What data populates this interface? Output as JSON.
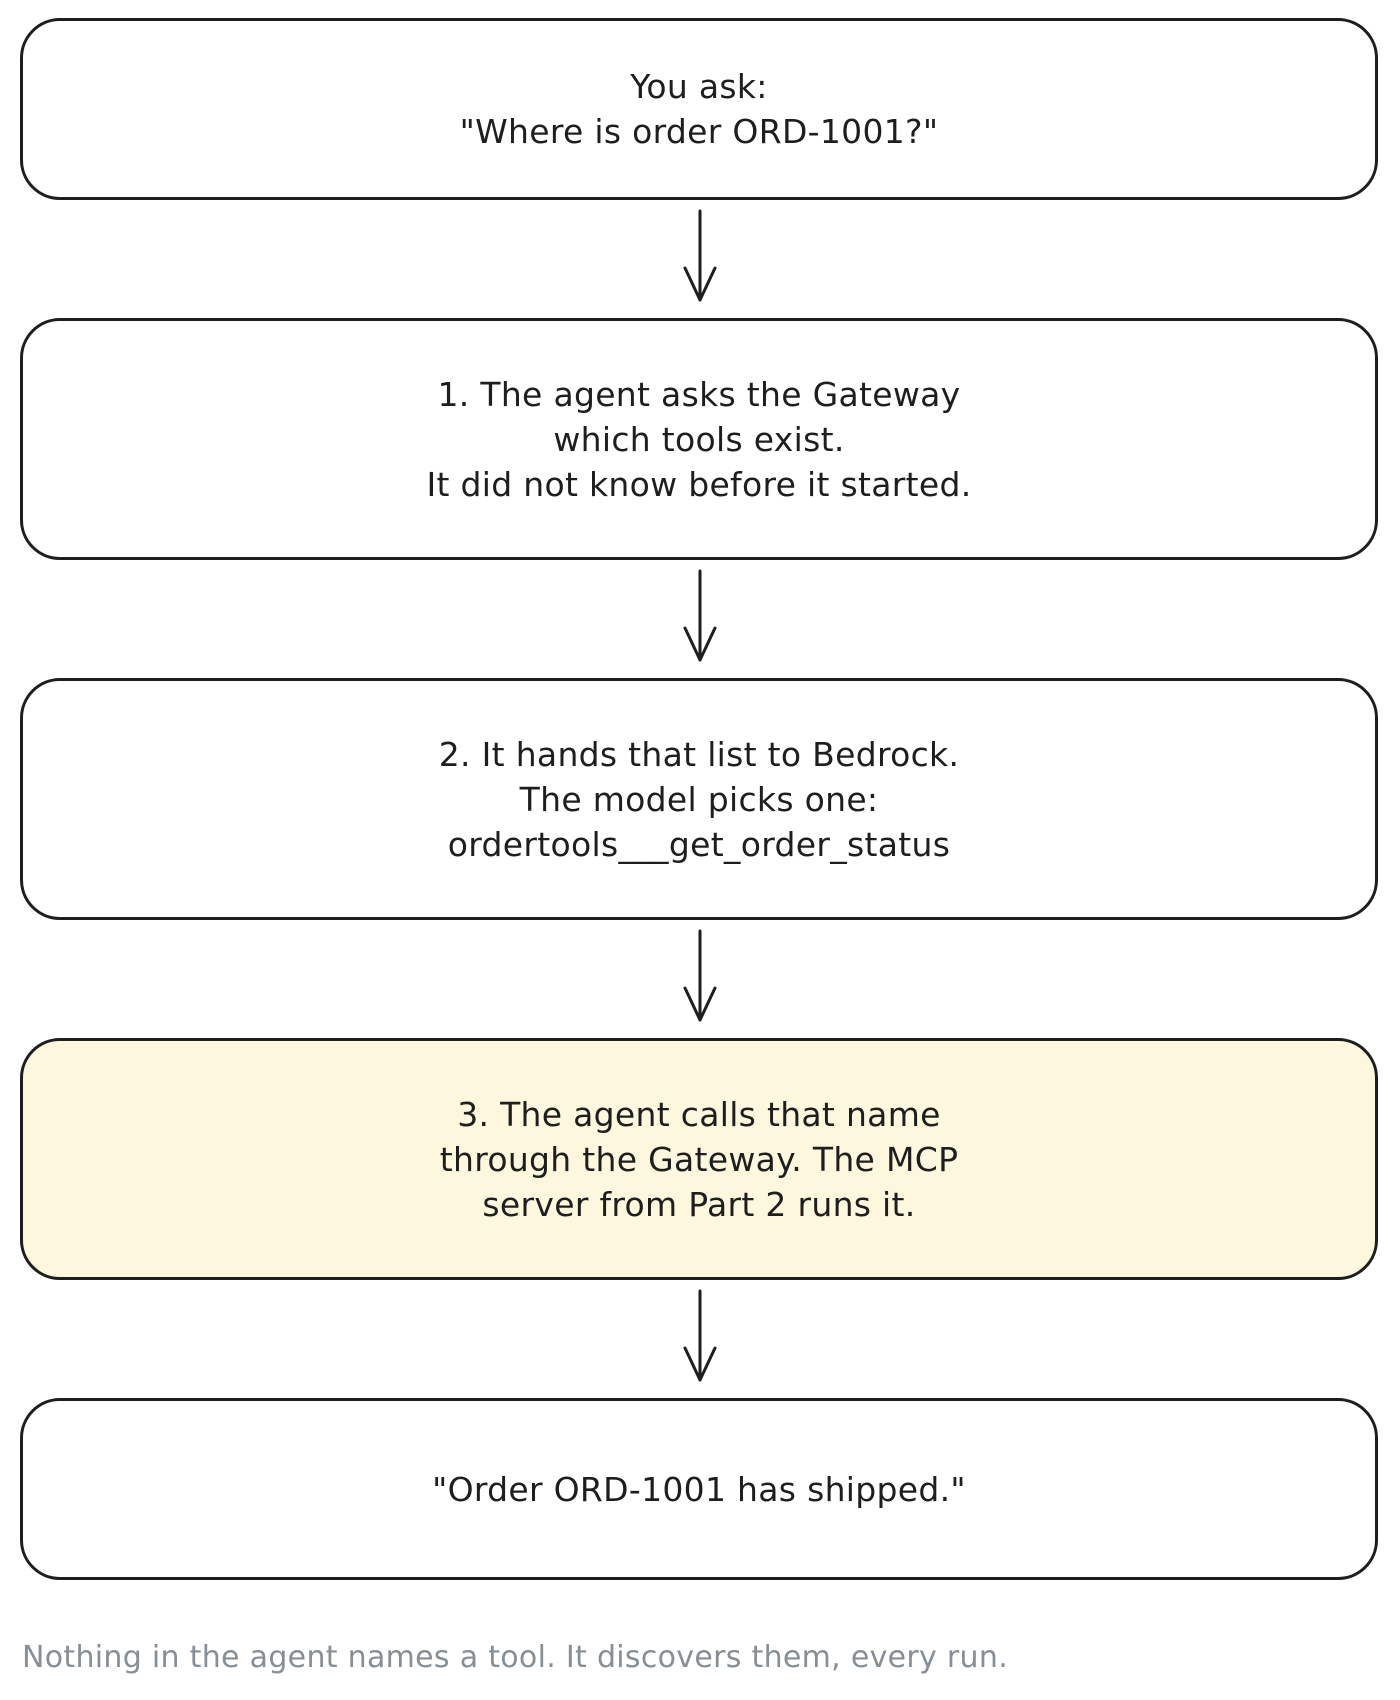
{
  "steps": [
    {
      "lines": [
        "You ask:",
        "\"Where is order ORD-1001?\""
      ]
    },
    {
      "lines": [
        "1.  The agent asks the Gateway",
        "which tools exist.",
        "It did not know before it started."
      ]
    },
    {
      "lines": [
        "2.  It hands that list to Bedrock.",
        "The model picks one:",
        "ordertools___get_order_status"
      ]
    },
    {
      "lines": [
        "3.  The agent calls that name",
        "through the Gateway. The MCP",
        "server from Part 2 runs it."
      ]
    },
    {
      "lines": [
        "\"Order ORD-1001 has shipped.\""
      ]
    }
  ],
  "footer": "Nothing in the agent names a tool. It discovers them, every run.",
  "colors": {
    "stroke": "#1e1e1e",
    "highlight_fill": "#fdf7dd",
    "footer_text": "#868e96"
  }
}
